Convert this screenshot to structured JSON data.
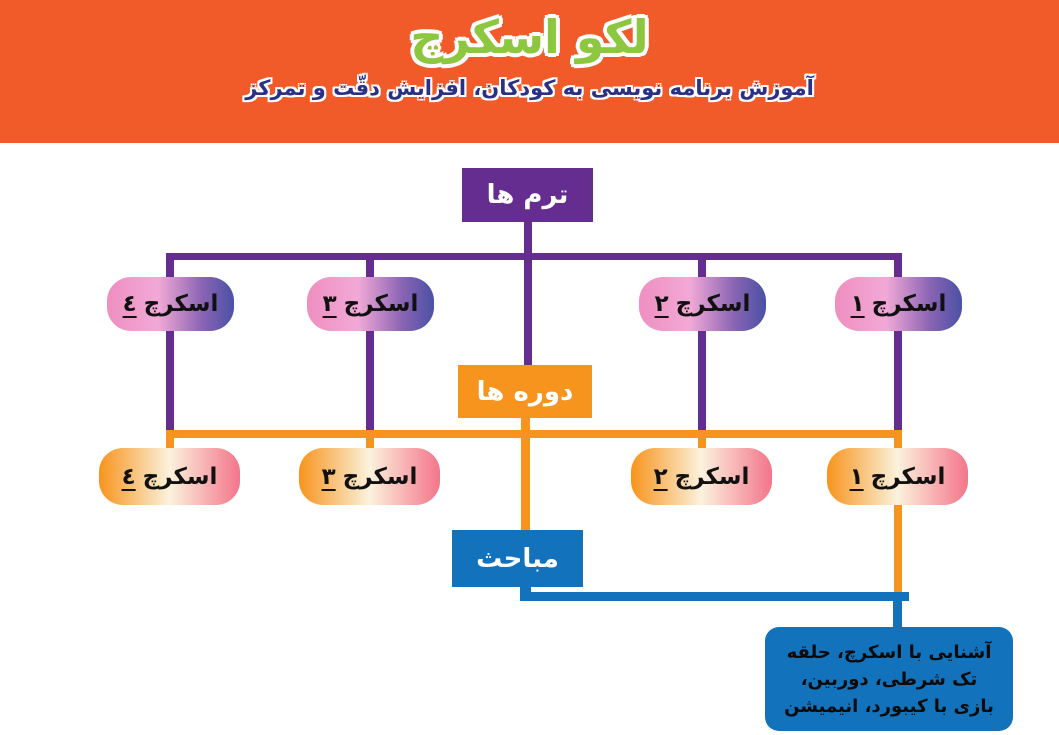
{
  "header": {
    "title": "لکو اسکرچ",
    "subtitle": "آموزش برنامه نویسی به کودکان، افزایش دقّت و تمرکز",
    "bg_color": "#F15A29",
    "title_color": "#8DC63F",
    "subtitle_color": "#2B3087"
  },
  "diagram": {
    "terms": {
      "label": "ترم ها",
      "color": "#662D91"
    },
    "courses": {
      "label": "دوره ها",
      "color": "#F7941D"
    },
    "topics": {
      "label": "مباحث",
      "color": "#1272BC"
    },
    "term_nodes": [
      {
        "label": "اسکرچ",
        "number": "١"
      },
      {
        "label": "اسکرچ",
        "number": "٢"
      },
      {
        "label": "اسکرچ",
        "number": "٣"
      },
      {
        "label": "اسکرچ",
        "number": "٤"
      }
    ],
    "course_nodes": [
      {
        "label": "اسکرچ",
        "number": "١"
      },
      {
        "label": "اسکرچ",
        "number": "٢"
      },
      {
        "label": "اسکرچ",
        "number": "٣"
      },
      {
        "label": "اسکرچ",
        "number": "٤"
      }
    ],
    "topics_detail": "آشنایی با اسکرچ، حلقه تک شرطی، دوربین، بازی با کیبورد، انیمیشن",
    "node_gradient_term": [
      "#EE8FC0",
      "#4A51A5"
    ],
    "node_gradient_course": [
      "#F7941D",
      "#F3758B"
    ]
  }
}
